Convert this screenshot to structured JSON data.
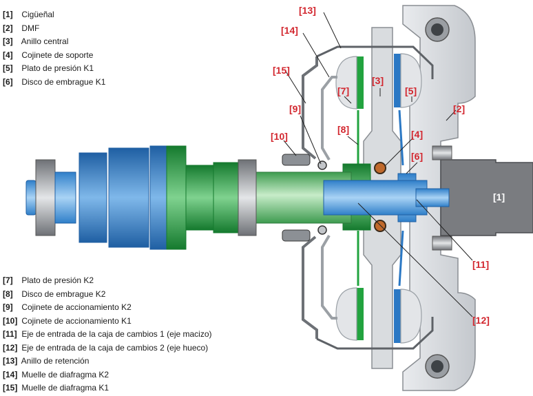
{
  "legend_top": [
    {
      "num": "[1]",
      "text": "Cigüeñal"
    },
    {
      "num": "[2]",
      "text": "DMF"
    },
    {
      "num": "[3]",
      "text": "Anillo central"
    },
    {
      "num": "[4]",
      "text": "Cojinete de soporte"
    },
    {
      "num": "[5]",
      "text": "Plato de presión K1"
    },
    {
      "num": "[6]",
      "text": "Disco de embrague K1"
    }
  ],
  "legend_bottom": [
    {
      "num": "[7]",
      "text": "Plato de presión K2"
    },
    {
      "num": "[8]",
      "text": "Disco de embrague K2"
    },
    {
      "num": "[9]",
      "text": "Cojinete de accionamiento K2"
    },
    {
      "num": "[10]",
      "text": "Cojinete de accionamiento K1"
    },
    {
      "num": "[11]",
      "text": "Eje de entrada de la caja de cambios 1 (eje macizo)"
    },
    {
      "num": "[12]",
      "text": "Eje de entrada de la caja de cambios 2 (eje hueco)"
    },
    {
      "num": "[13]",
      "text": "Anillo de retención"
    },
    {
      "num": "[14]",
      "text": "Muelle de diafragma K2"
    },
    {
      "num": "[15]",
      "text": "Muelle de diafragma K1"
    }
  ],
  "callouts": {
    "c1": "[1]",
    "c2": "[2]",
    "c3": "[3]",
    "c4": "[4]",
    "c5": "[5]",
    "c6": "[6]",
    "c7": "[7]",
    "c8": "[8]",
    "c9": "[9]",
    "c10": "[10]",
    "c11": "[11]",
    "c12": "[12]",
    "c13": "[13]",
    "c14": "[14]",
    "c15": "[15]"
  },
  "colors": {
    "callout": "#d2262e",
    "k1_blue": "#2b78c4",
    "k2_green": "#22a33f",
    "housing": "#d5d8dc",
    "crank": "#7a7c80"
  }
}
